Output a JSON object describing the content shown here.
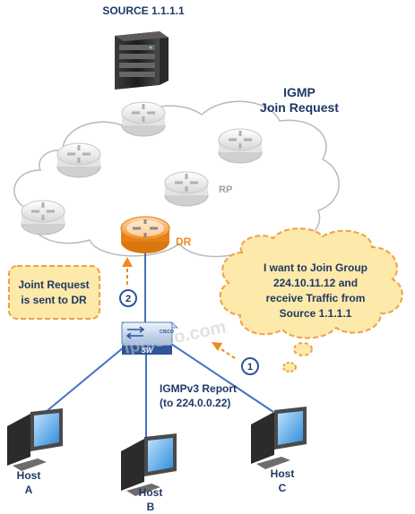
{
  "source_label": "SOURCE 1.1.1.1",
  "heading": {
    "line1": "IGMP",
    "line2": "Join Request"
  },
  "rp_label": "RP",
  "dr_label": "DR",
  "switch": {
    "label": "SW",
    "brand": "CISCO"
  },
  "watermark": "ipcisco.com",
  "join_callout": {
    "line1": "Joint Request",
    "line2": "is sent to DR"
  },
  "thought_bubble": {
    "line1": "I want to Join Group",
    "line2": "224.10.11.12 and",
    "line3": "receive Traffic from",
    "line4": "Source 1.1.1.1"
  },
  "igmp_report": {
    "line1": "IGMPv3 Report",
    "line2": "(to 224.0.0.22)"
  },
  "steps": {
    "one": "1",
    "two": "2"
  },
  "hosts": [
    {
      "line1": "Host",
      "line2": "A"
    },
    {
      "line1": "Host",
      "line2": "B"
    },
    {
      "line1": "Host",
      "line2": "C"
    }
  ],
  "colors": {
    "dr_orange": "#f08a1c",
    "callout_fill": "#fde9a9",
    "callout_border": "#f0a04a",
    "title_blue": "#1f3864",
    "step_border": "#2f5597",
    "link_blue": "#4472c4"
  }
}
